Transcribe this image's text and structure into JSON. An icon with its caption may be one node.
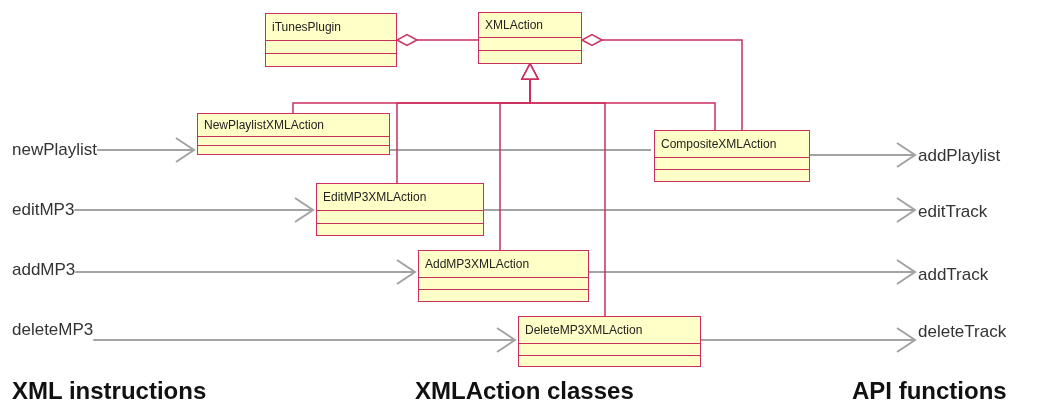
{
  "diagram": {
    "nodes": [
      {
        "text": [
          "iTunesPlugin"
        ]
      },
      {
        "text": [
          "XMLAction"
        ]
      },
      {
        "text": [
          "NewPlaylistXMLAction"
        ]
      },
      {
        "text": [
          "CompositeXMLAction"
        ]
      },
      {
        "text": [
          "EditMP3XMLAction"
        ]
      },
      {
        "text": [
          "AddMP3XMLAction"
        ]
      },
      {
        "text": [
          "DeleteMP3XMLAction"
        ]
      },
      {
        "text": [
          "newPlaylist"
        ]
      },
      {
        "text": [
          "editMP3"
        ]
      },
      {
        "text": [
          "addMP3"
        ]
      },
      {
        "text": [
          "deleteMP3"
        ]
      },
      {
        "text": [
          "addPlaylist"
        ]
      },
      {
        "text": [
          "editTrack"
        ]
      },
      {
        "text": [
          "addTrack"
        ]
      },
      {
        "text": [
          "deleteTrack"
        ]
      }
    ],
    "edges": [
      {
        "from": 7,
        "to": 2,
        "arrow": "to"
      },
      {
        "from": 8,
        "to": 4,
        "arrow": "to"
      },
      {
        "from": 9,
        "to": 5,
        "arrow": "to"
      },
      {
        "from": 10,
        "to": 6,
        "arrow": "to"
      },
      {
        "from": 2,
        "to": 3,
        "arrow": "none"
      },
      {
        "from": 3,
        "to": 11,
        "arrow": "to"
      },
      {
        "from": 4,
        "to": 12,
        "arrow": "to"
      },
      {
        "from": 5,
        "to": 13,
        "arrow": "to"
      },
      {
        "from": 6,
        "to": 14,
        "arrow": "to"
      },
      {
        "from": 2,
        "to": 1,
        "arrow": "to",
        "color": "#cc2f5e"
      },
      {
        "from": 4,
        "to": 1,
        "arrow": "to",
        "color": "#cc2f5e"
      },
      {
        "from": 5,
        "to": 1,
        "arrow": "to",
        "color": "#cc2f5e"
      },
      {
        "from": 6,
        "to": 1,
        "arrow": "to",
        "color": "#cc2f5e"
      },
      {
        "from": 3,
        "to": 1,
        "arrow": "to",
        "color": "#cc2f5e"
      },
      {
        "from": 0,
        "to": 1,
        "arrow": "other",
        "color": "#cc2f5e"
      },
      {
        "from": 1,
        "to": 3,
        "arrow": "other",
        "color": "#cc2f5e"
      }
    ],
    "labels": [
      "XML instructions",
      "XMLAction classes",
      "API functions"
    ]
  }
}
